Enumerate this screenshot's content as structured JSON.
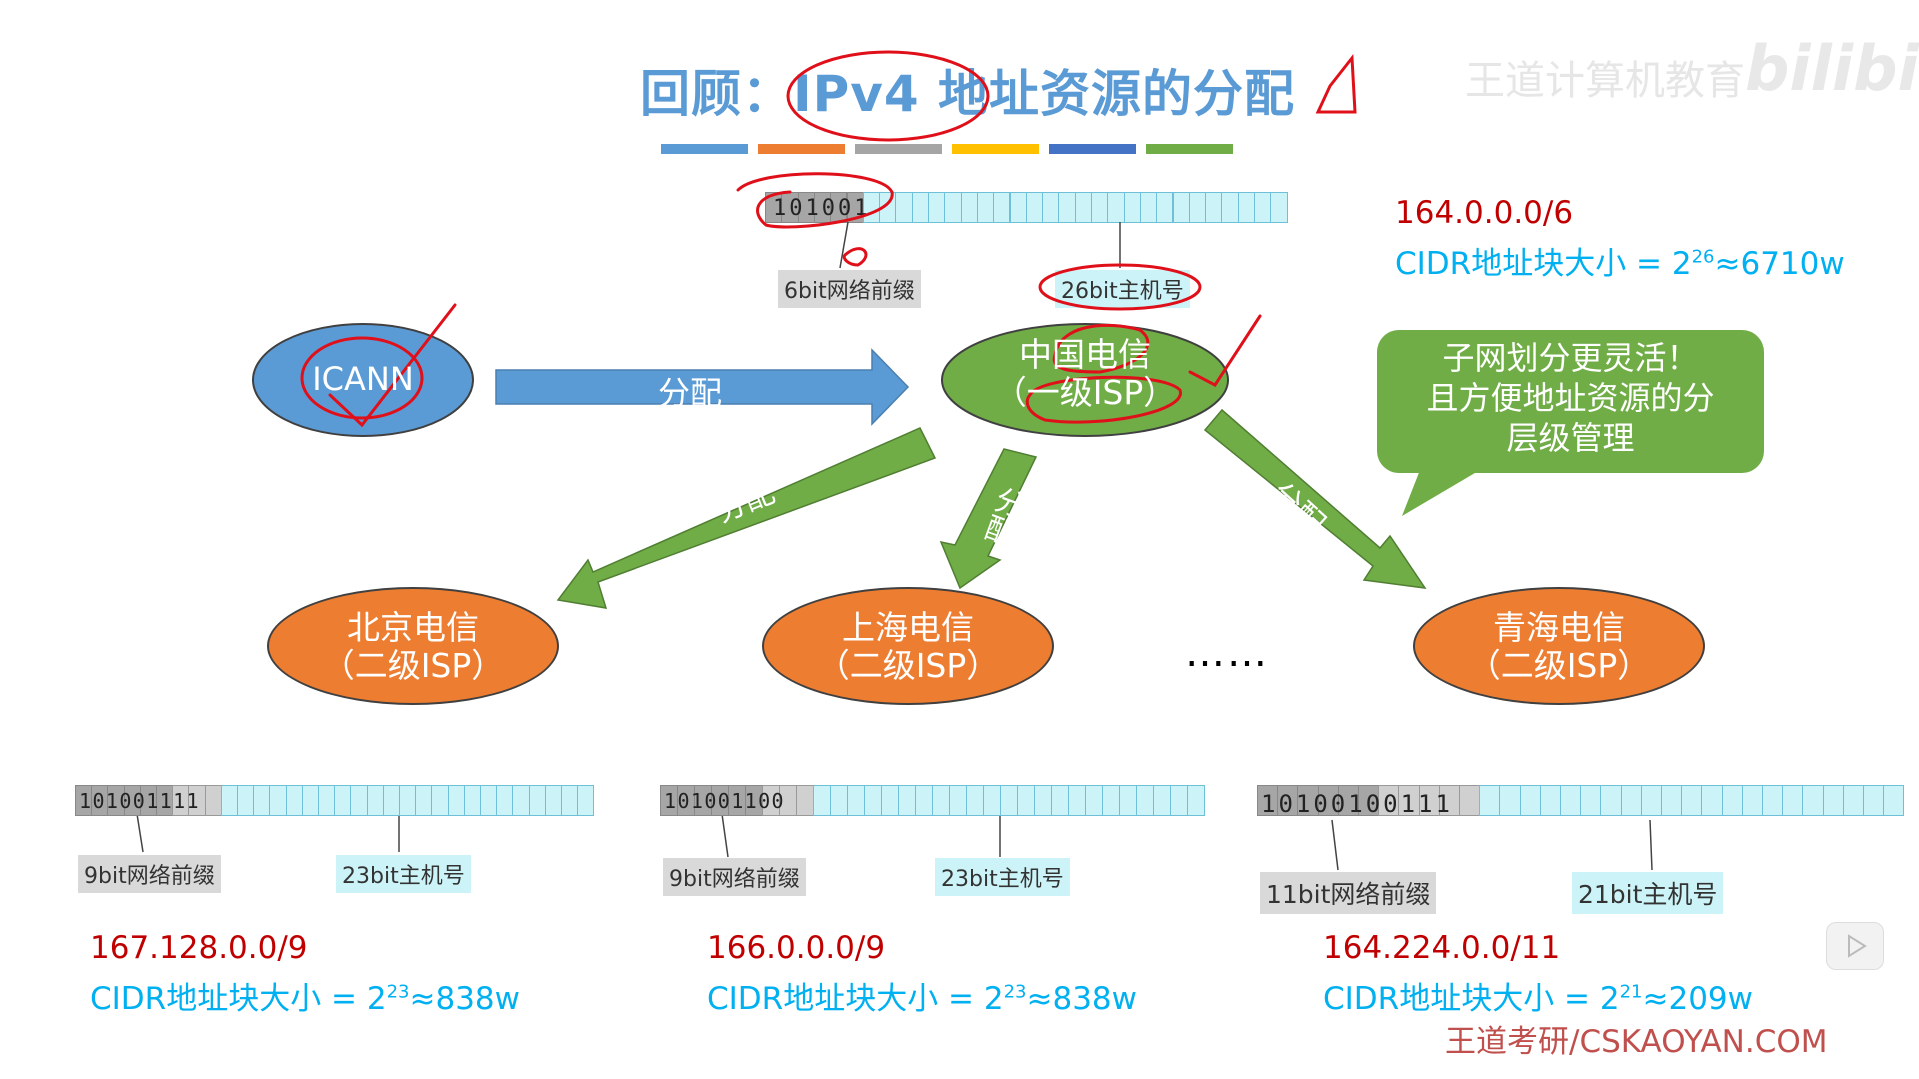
{
  "title": "回顾：IPv4 地址资源的分配",
  "title_mark": "Δ",
  "watermark": "王道计算机教育",
  "site_logo": "bilibili",
  "footer_logo": "王道考研/CSKAOYAN.COM",
  "color_bar": [
    "#5B9BD5",
    "#ED7D31",
    "#A5A5A5",
    "#FFC000",
    "#4472C4",
    "#70AD47"
  ],
  "top_block": {
    "prefix_bits": "101001",
    "prefix_label": "6bit网络前缀",
    "host_label": "26bit主机号",
    "cidr": "164.0.0.0/6",
    "size_prefix": "CIDR地址块大小 = 2",
    "size_exp": "26",
    "size_suffix": "≈6710w"
  },
  "nodes": {
    "icann": "ICANN",
    "china_telecom": "中国电信",
    "china_telecom_sub": "（一级ISP）",
    "beijing": "北京电信",
    "shanghai": "上海电信",
    "qinghai": "青海电信",
    "isp2_sub": "（二级ISP）"
  },
  "arrows": {
    "allocate": "分配"
  },
  "bubble": {
    "line1": "子网划分更灵活！",
    "line2": "且方便地址资源的分",
    "line3": "层级管理"
  },
  "ellipsis": "……",
  "blocks": [
    {
      "prefix_dark": "101001",
      "prefix_light": "111",
      "prefix_label": "9bit网络前缀",
      "host_label": "23bit主机号",
      "cidr": "167.128.0.0/9",
      "size_prefix": "CIDR地址块大小 = 2",
      "size_exp": "23",
      "size_suffix": "≈838w"
    },
    {
      "prefix_dark": "101001",
      "prefix_light": "100",
      "prefix_label": "9bit网络前缀",
      "host_label": "23bit主机号",
      "cidr": "166.0.0.0/9",
      "size_prefix": "CIDR地址块大小 = 2",
      "size_exp": "23",
      "size_suffix": "≈838w"
    },
    {
      "prefix_dark": "101001",
      "prefix_light": "00111",
      "prefix_label": "11bit网络前缀",
      "host_label": "21bit主机号",
      "cidr": "164.224.0.0/11",
      "size_prefix": "CIDR地址块大小 = 2",
      "size_exp": "21",
      "size_suffix": "≈209w"
    }
  ]
}
